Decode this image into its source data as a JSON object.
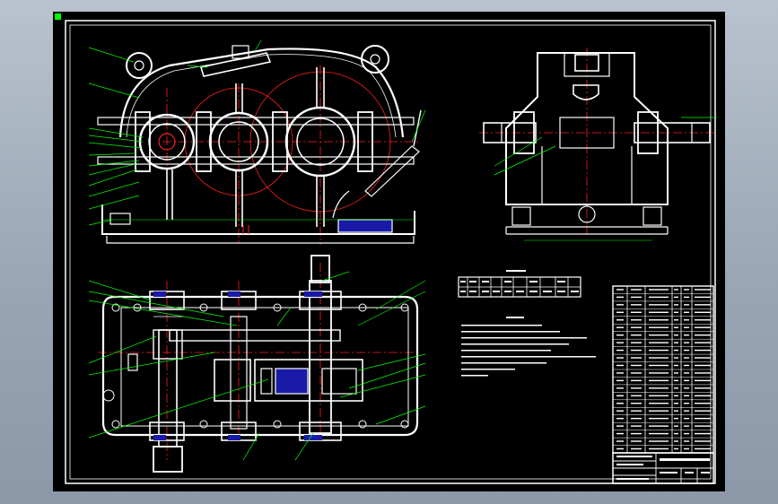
{
  "viewport": {
    "background": "#000000",
    "colors": {
      "line": "#ffffff",
      "center_line": "#ff0000",
      "section_hatch": "#1a1aa8",
      "leader": "#00ff00"
    }
  },
  "views": {
    "front": "front-view",
    "side": "side-view",
    "plan": "top-view"
  },
  "tables": {
    "characteristics_title": "技术特性",
    "requirements_title": "技术要求",
    "characteristics_rows": 2,
    "characteristics_cols": 9,
    "requirements_lines": 9,
    "parts_list_rows": 22
  },
  "title_block": {
    "present": true
  }
}
